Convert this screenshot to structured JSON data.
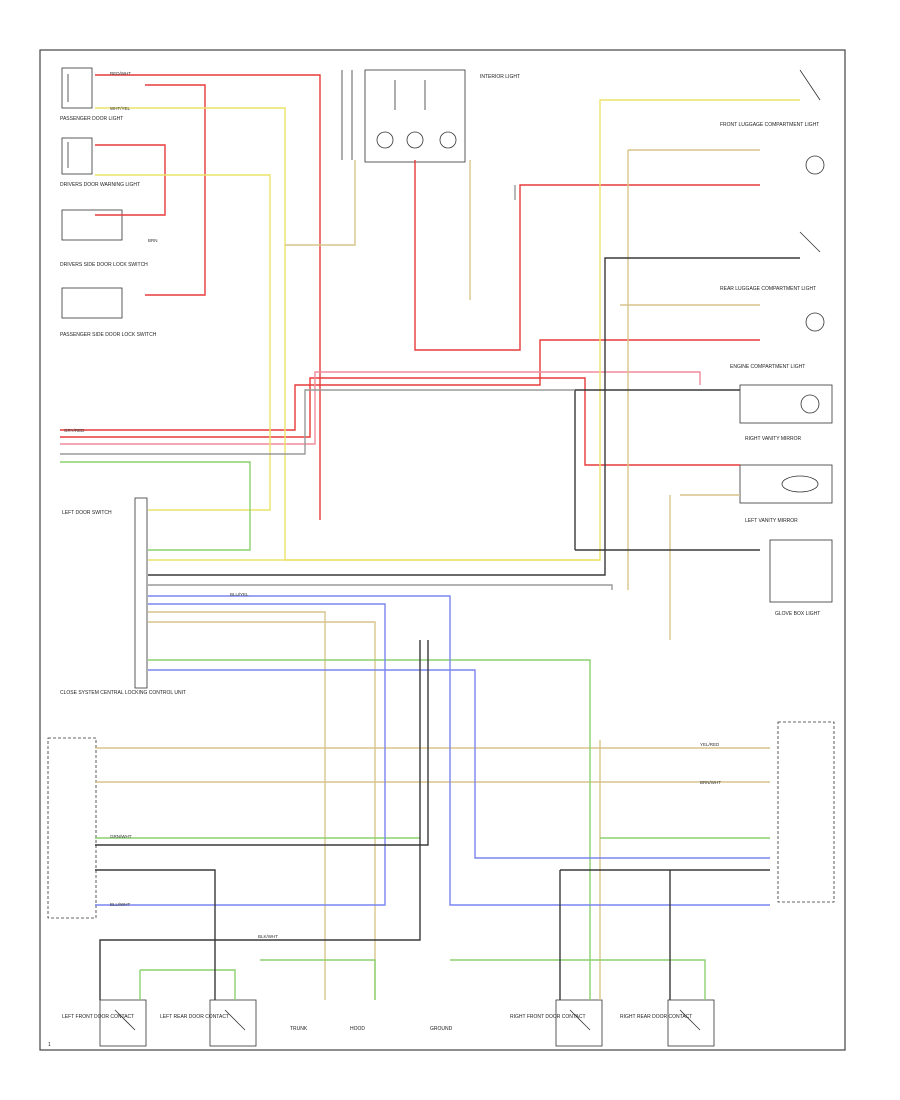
{
  "colors": {
    "red": "#e83a3a",
    "pink": "#f08b9b",
    "yellow": "#ece36a",
    "tan": "#d8c48a",
    "green": "#8bd16e",
    "blue": "#7a86f0",
    "black": "#3a3a3a",
    "gray": "#9a9a9a",
    "frame": "#444444"
  },
  "labels": {
    "passenger_door_light": "PASSENGER DOOR LIGHT",
    "drivers_door_warning": "DRIVERS DOOR WARNING LIGHT",
    "drivers_side_lock": "DRIVERS SIDE DOOR LOCK SWITCH",
    "passenger_side_lock": "PASSENGER SIDE DOOR LOCK SWITCH",
    "interior_light": "INTERIOR LIGHT",
    "front_luggage_light": "FRONT LUGGAGE COMPARTMENT LIGHT",
    "rear_luggage_light": "REAR LUGGAGE COMPARTMENT LIGHT",
    "engine_light": "ENGINE COMPARTMENT LIGHT",
    "right_vanity": "RIGHT VANITY MIRROR",
    "left_vanity": "LEFT VANITY MIRROR",
    "glove_box_light": "GLOVE BOX LIGHT",
    "central_locking": "CLOSE SYSTEM CENTRAL LOCKING CONTROL UNIT",
    "left_door_switch": "LEFT DOOR SWITCH",
    "left_front_door": "LEFT FRONT DOOR CONTACT",
    "left_rear_door": "LEFT REAR DOOR CONTACT",
    "right_front_door": "RIGHT FRONT DOOR CONTACT",
    "right_rear_door": "RIGHT REAR DOOR CONTACT",
    "trunk": "TRUNK",
    "hood": "HOOD",
    "ground": "GROUND",
    "footer": "1"
  },
  "wire_labels": {
    "red_wht": "RED/WHT",
    "wht_yel": "WHT/YEL",
    "brn": "BRN",
    "brn_wht": "BRN/WHT",
    "gry_red": "GRY/RED",
    "blu_yel": "BLU/YEL",
    "grn_wht": "GRN/WHT",
    "blu_wht": "BLU/WHT",
    "blk_wht": "BLK/WHT",
    "yel_red": "YEL/RED"
  }
}
